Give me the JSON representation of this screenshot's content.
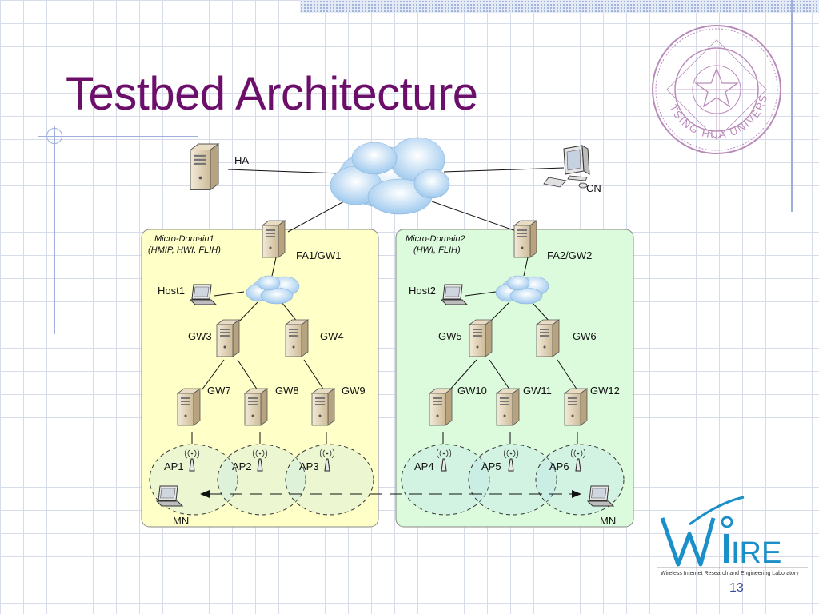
{
  "slide": {
    "title": "Testbed Architecture",
    "page_number": "13"
  },
  "nodes": {
    "ha": "HA",
    "cn": "CN",
    "fa1": "FA1/GW1",
    "fa2": "FA2/GW2",
    "host1": "Host1",
    "host2": "Host2",
    "gw3": "GW3",
    "gw4": "GW4",
    "gw5": "GW5",
    "gw6": "GW6",
    "gw7": "GW7",
    "gw8": "GW8",
    "gw9": "GW9",
    "gw10": "GW10",
    "gw11": "GW11",
    "gw12": "GW12",
    "ap1": "AP1",
    "ap2": "AP2",
    "ap3": "AP3",
    "ap4": "AP4",
    "ap5": "AP5",
    "ap6": "AP6",
    "mn_left": "MN",
    "mn_right": "MN"
  },
  "domains": {
    "d1_name": "Micro-Domain1",
    "d1_protocols": "(HMIP, HWI, FLIH)",
    "d2_name": "Micro-Domain2",
    "d2_protocols": "(HWI, FLIH)"
  },
  "logo": {
    "wordmark": "W",
    "wordmark_rest": "IRE",
    "tagline": "Wireless Internet Research and Engineering Laboratory",
    "seal_text": "TSING HUA UNIVERSITY"
  },
  "colors": {
    "title": "#6b0f6b",
    "domain1_fill": "#ffffc8",
    "domain2_fill": "#dcfadc",
    "logo_blue": "#1a8fc8",
    "seal": "#b98bb9"
  }
}
